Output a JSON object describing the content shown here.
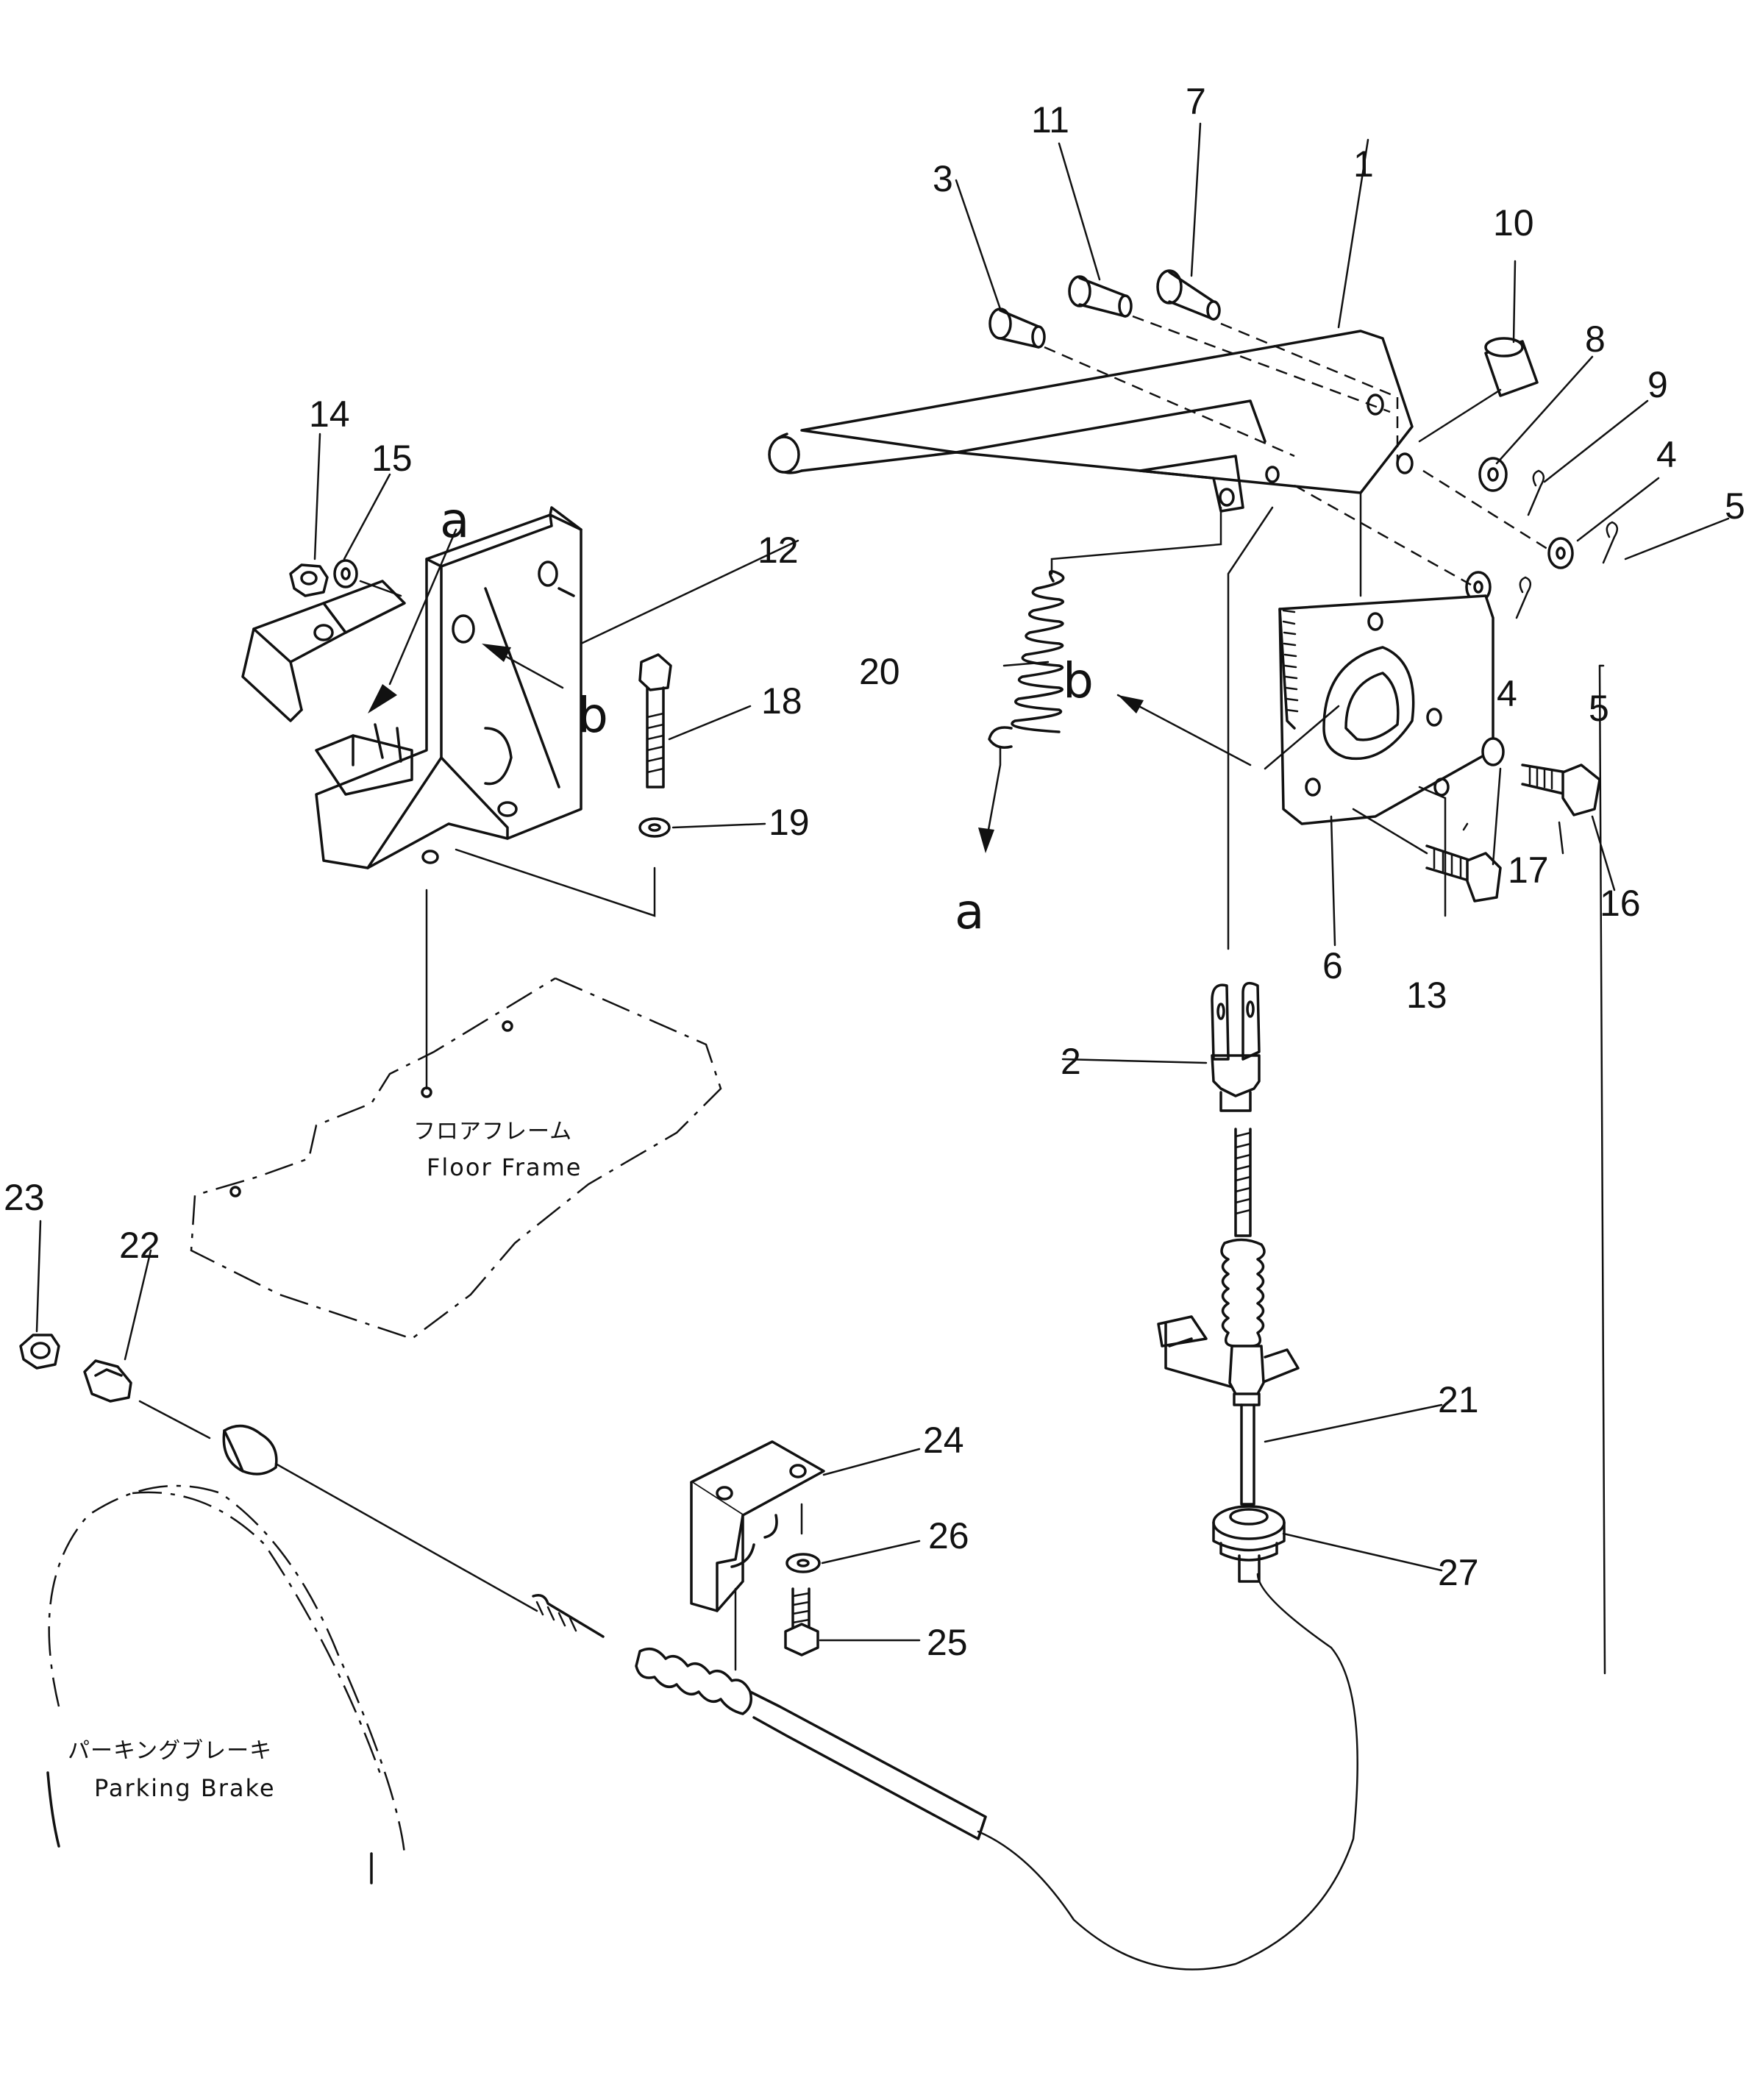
{
  "callouts": [
    {
      "id": "1",
      "label": "1"
    },
    {
      "id": "2",
      "label": "2"
    },
    {
      "id": "3",
      "label": "3"
    },
    {
      "id": "4a",
      "label": "4"
    },
    {
      "id": "4b",
      "label": "4"
    },
    {
      "id": "5a",
      "label": "5"
    },
    {
      "id": "5b",
      "label": "5"
    },
    {
      "id": "6",
      "label": "6"
    },
    {
      "id": "7",
      "label": "7"
    },
    {
      "id": "8",
      "label": "8"
    },
    {
      "id": "9",
      "label": "9"
    },
    {
      "id": "10",
      "label": "10"
    },
    {
      "id": "11",
      "label": "11"
    },
    {
      "id": "12",
      "label": "12"
    },
    {
      "id": "13",
      "label": "13"
    },
    {
      "id": "14",
      "label": "14"
    },
    {
      "id": "15",
      "label": "15"
    },
    {
      "id": "16",
      "label": "16"
    },
    {
      "id": "17",
      "label": "17"
    },
    {
      "id": "18",
      "label": "18"
    },
    {
      "id": "19",
      "label": "19"
    },
    {
      "id": "20",
      "label": "20"
    },
    {
      "id": "21",
      "label": "21"
    },
    {
      "id": "22",
      "label": "22"
    },
    {
      "id": "23",
      "label": "23"
    },
    {
      "id": "24",
      "label": "24"
    },
    {
      "id": "25",
      "label": "25"
    },
    {
      "id": "26",
      "label": "26"
    },
    {
      "id": "27",
      "label": "27"
    }
  ],
  "view_markers": {
    "a_top": "a",
    "b_left": "b",
    "b_right": "b",
    "a_bottom": "a"
  },
  "reference_labels": {
    "floor_frame_jp": "フロアフレーム",
    "floor_frame_en": "Floor Frame",
    "parking_brake_jp": "パーキングブレーキ",
    "parking_brake_en": "Parking Brake"
  }
}
